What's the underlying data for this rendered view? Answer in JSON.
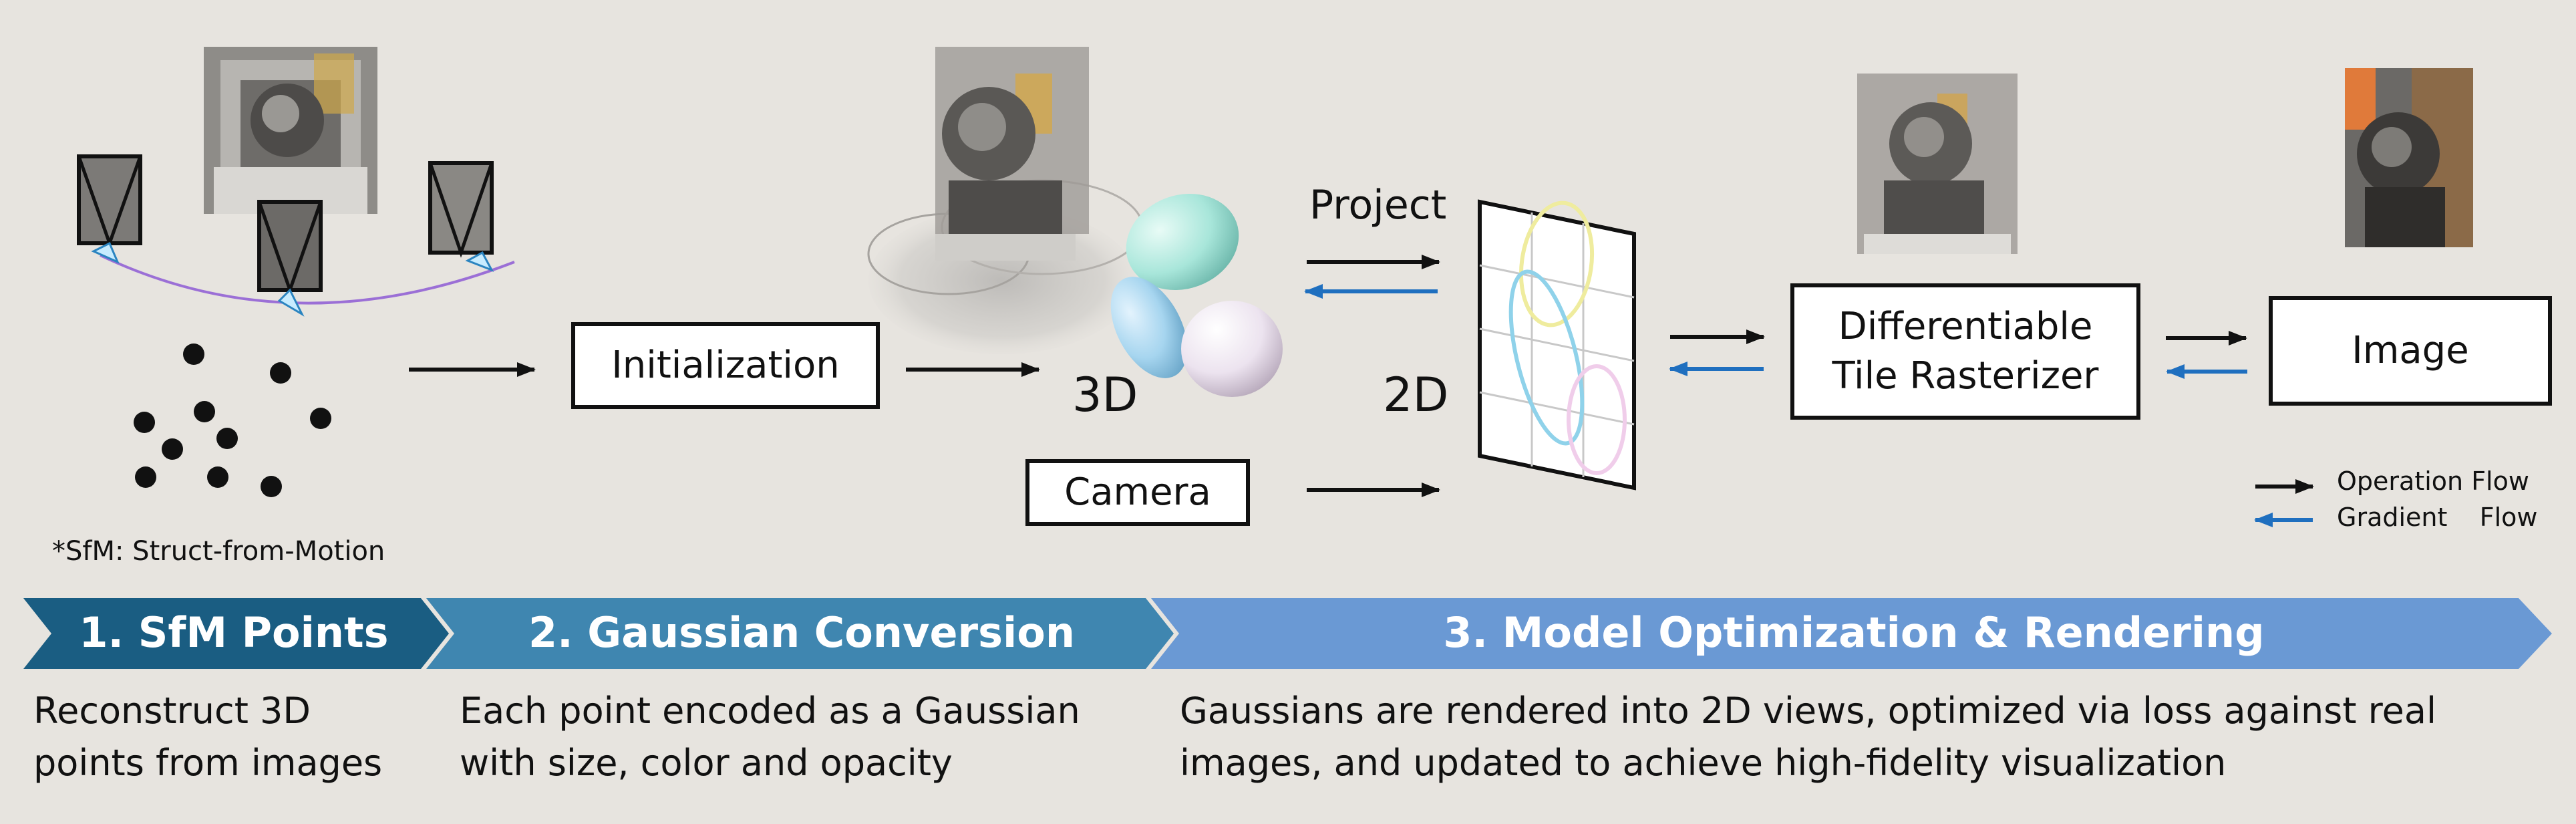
{
  "colors": {
    "background": "#e7e4df",
    "operation_arrow": "#111111",
    "gradient_arrow": "#1f6fbf",
    "stage1": "#1a5d82",
    "stage2": "#3f86b0",
    "stage3": "#6a99d4",
    "trajectory": "#9b6fd6"
  },
  "sfm": {
    "footnote": "*SfM: Struct-from-Motion",
    "point_count": 10,
    "camera_count": 3
  },
  "boxes": {
    "initialization": "Initialization",
    "camera": "Camera",
    "rasterizer_line1": "Differentiable",
    "rasterizer_line2": "Tile Rasterizer",
    "image": "Image"
  },
  "labels": {
    "project": "Project",
    "three_d": "3D",
    "two_d": "2D"
  },
  "legend": [
    {
      "type": "operation",
      "label": "Operation Flow",
      "icon": "black-arrow-icon"
    },
    {
      "type": "gradient",
      "label": "Gradient    Flow",
      "icon": "blue-arrow-icon"
    }
  ],
  "stages": [
    {
      "title": "1. SfM Points",
      "desc_line1": "Reconstruct 3D",
      "desc_line2": "points from images"
    },
    {
      "title": "2. Gaussian Conversion",
      "desc_line1": "Each point encoded as a Gaussian",
      "desc_line2": "with size, color and opacity"
    },
    {
      "title": "3. Model Optimization & Rendering",
      "desc_line1": "Gaussians are rendered into 2D views, optimized via loss against real",
      "desc_line2": "images, and updated to achieve high-fidelity visualization"
    }
  ]
}
